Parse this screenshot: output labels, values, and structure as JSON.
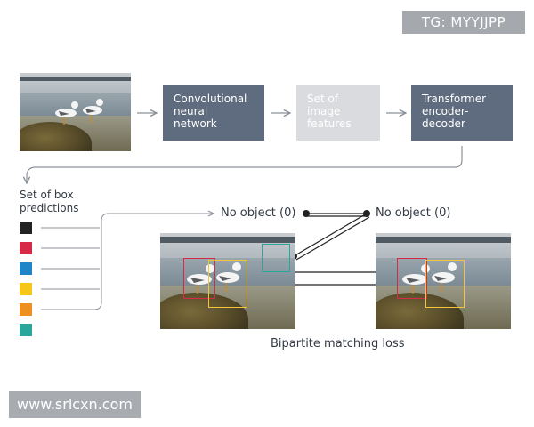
{
  "watermark_top": "TG: MYYJJPP",
  "watermark_bottom": "www.srlcxn.com",
  "pipeline": {
    "cnn": "Convolutional\nneural\nnetwork",
    "features": "Set of\nimage\nfeatures",
    "transformer": "Transformer\nencoder-\ndecoder"
  },
  "predictions_label": "Set of box\npredictions",
  "no_object_left": "No object (0)",
  "no_object_right": "No object (0)",
  "loss_label": "Bipartite matching loss",
  "swatch_colors": [
    "#222222",
    "#d62a48",
    "#1e86c8",
    "#f6c61b",
    "#ee8f22",
    "#2aa69a"
  ],
  "colors": {
    "box_dark": "#5f6b7e",
    "box_light": "#d9dbde",
    "arrow": "#8c9299",
    "box_red": "#d62a48",
    "box_yellow": "#f2c53d",
    "box_teal": "#2aa69a"
  }
}
